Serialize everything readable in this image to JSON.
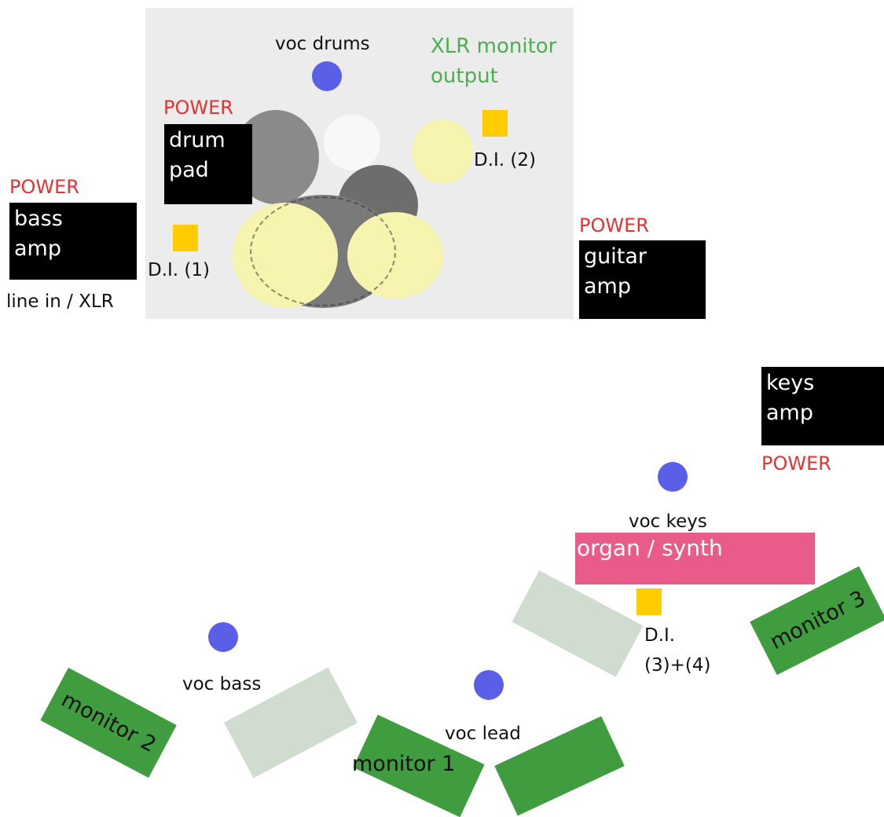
{
  "drums": {
    "label": "voc drums"
  },
  "xlr_monitor": {
    "label": "XLR monitor\noutput"
  },
  "drum_pad": {
    "power": "POWER",
    "label": "drum\npad"
  },
  "di2": {
    "label": "D.I. (2)"
  },
  "bass_amp": {
    "power": "POWER",
    "label": "bass\namp",
    "sublabel": "line in / XLR"
  },
  "di1": {
    "label": "D.I. (1)"
  },
  "guitar_amp": {
    "power": "POWER",
    "label": "guitar\namp"
  },
  "keys_amp": {
    "label": "keys\namp",
    "power": "POWER"
  },
  "voc_keys": {
    "label": "voc keys"
  },
  "organ": {
    "label": "organ / synth"
  },
  "di34": {
    "label": "D.I.\n(3)+(4)"
  },
  "monitor3": {
    "label": "monitor 3"
  },
  "voc_bass": {
    "label": "voc bass"
  },
  "monitor2": {
    "label": "monitor 2"
  },
  "voc_lead": {
    "label": "voc lead"
  },
  "monitor1": {
    "label": "monitor 1"
  },
  "colors": {
    "amp": "#000000",
    "power": "#e53232",
    "vocal_mic": "#5b5fe8",
    "di_box": "#ffcc00",
    "xlr_label": "#4caf50",
    "keyboard": "#e95b88",
    "monitor": "#3f9c3f",
    "unused_monitor": "#cfdccf",
    "riser": "#ececec"
  }
}
